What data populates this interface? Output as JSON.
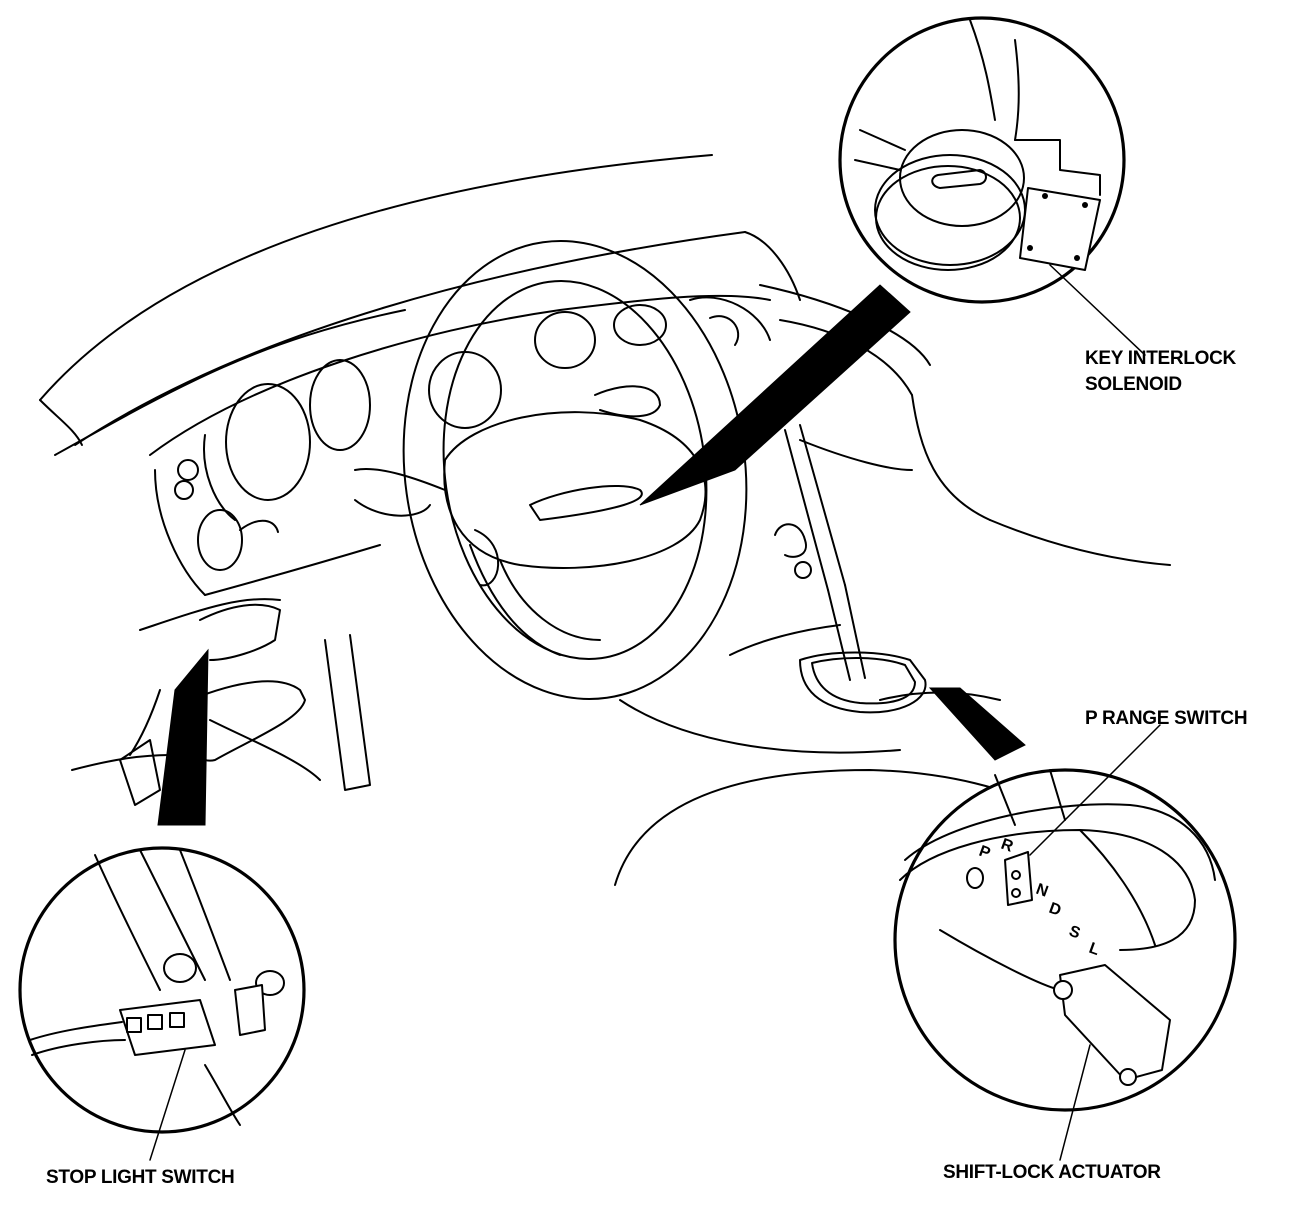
{
  "labels": {
    "key_interlock_line1": "KEY INTERLOCK",
    "key_interlock_line2": "SOLENOID",
    "p_range_switch": "P RANGE SWITCH",
    "stop_light_switch": "STOP LIGHT SWITCH",
    "shift_lock_actuator": "SHIFT-LOCK ACTUATOR"
  },
  "shifter_positions": [
    "P",
    "R",
    "N",
    "D",
    "S",
    "L"
  ]
}
